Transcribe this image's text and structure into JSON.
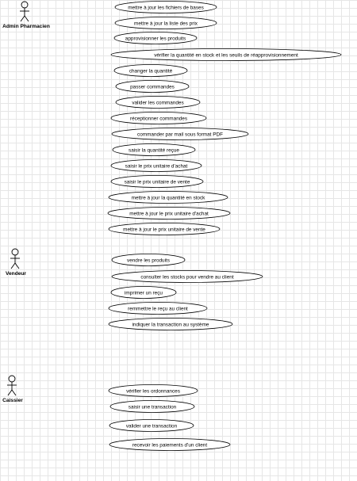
{
  "actors": [
    {
      "name": "Admin Pharmacien",
      "use_cases": [
        "mettre à jour les fichiers de bases",
        "mettre à jour la liste des prix",
        "approvisionner les produits",
        "vérifier la quantité en stock et les seuils de réapprovisionnement",
        "changer la quantité",
        "passer commandes",
        "valider les commandes",
        "réceptionner commandes",
        "commander par mail sous format PDF",
        "saisir la quantité reçue",
        "saisir le prix unitaire d'achat",
        "saisir le prix unitaire de vente",
        "mettre à jour la quantité en stock",
        "mettre à jour le prix unitaire d'achat",
        "mettre à jour le prix unitaire de vente"
      ]
    },
    {
      "name": "Vendeur",
      "use_cases": [
        "vendre les produits",
        "consulter les stocks pour vendre au client",
        "imprimer un reçu",
        "remmettre le reçu au client",
        "indiquer la transaction au système"
      ]
    },
    {
      "name": "Caissier",
      "use_cases": [
        "vérifier les ordonnances",
        "saisir une transaction",
        "valider une transaction",
        "recevoir les paiements d'un client"
      ]
    }
  ]
}
